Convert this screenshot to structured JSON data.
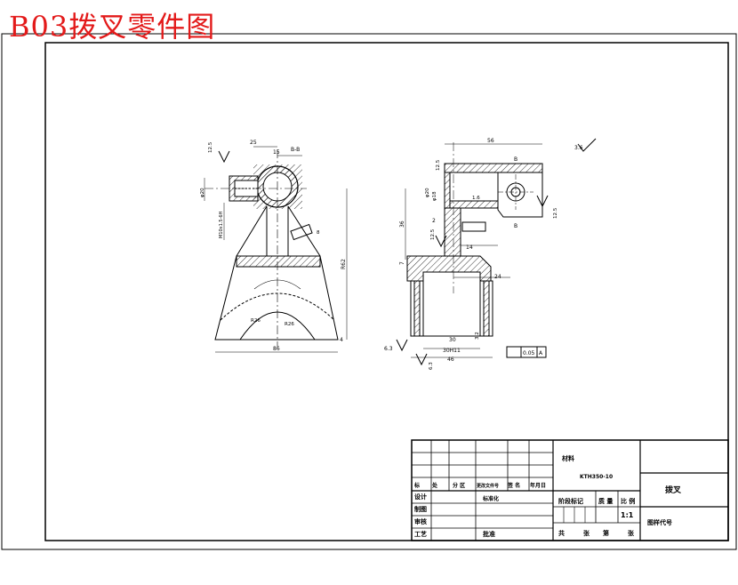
{
  "title": "B03拨叉零件图",
  "drawing": {
    "front_view": {
      "dims": {
        "d25": "25",
        "d15": "15",
        "section": "B-B",
        "rough1": "12.5",
        "phi20": "φ20",
        "thread": "M10x1.5-6H",
        "h62": "R62",
        "r26": "R26",
        "r26b": "R26",
        "w86": "86",
        "r4": "4",
        "d3": "8"
      }
    },
    "side_view": {
      "dims": {
        "d56": "56",
        "rough_top": "12.5",
        "phi20": "φ20",
        "phi18": "φ18",
        "flat": "1.6",
        "h36": "36",
        "h2": "2",
        "rough_mid": "12.5",
        "d14": "14",
        "h7": "7",
        "d24": "24",
        "d30": "30",
        "d30h11": "30H11",
        "d46": "46",
        "rough_bot": "6.3",
        "rough_left": "6.3",
        "rough_right": "3.2",
        "rough_side": "12.5",
        "b_top": "B",
        "b_bot": "B",
        "tol_box": "0.05",
        "tol_ref": "A",
        "rough_rest": "3.6"
      }
    }
  },
  "title_block": {
    "material_label": "材料",
    "material_value": "KTH350-10",
    "part_name": "拨叉",
    "drawing_code": "图样代号",
    "header_row": [
      "标",
      "处",
      "分 区",
      "更改文件号",
      "签 名",
      "年月日"
    ],
    "design": "设计",
    "standard": "标准化",
    "draw": "制图",
    "review": "审核",
    "process": "工艺",
    "approve": "批准",
    "stage_label": "阶段标记",
    "weight_label": "质 量",
    "scale_label": "比 例",
    "scale_value": "1:1",
    "sheets_total": "共",
    "sheets_unit": "张",
    "sheet_no": "第",
    "sheet_unit2": "张"
  }
}
